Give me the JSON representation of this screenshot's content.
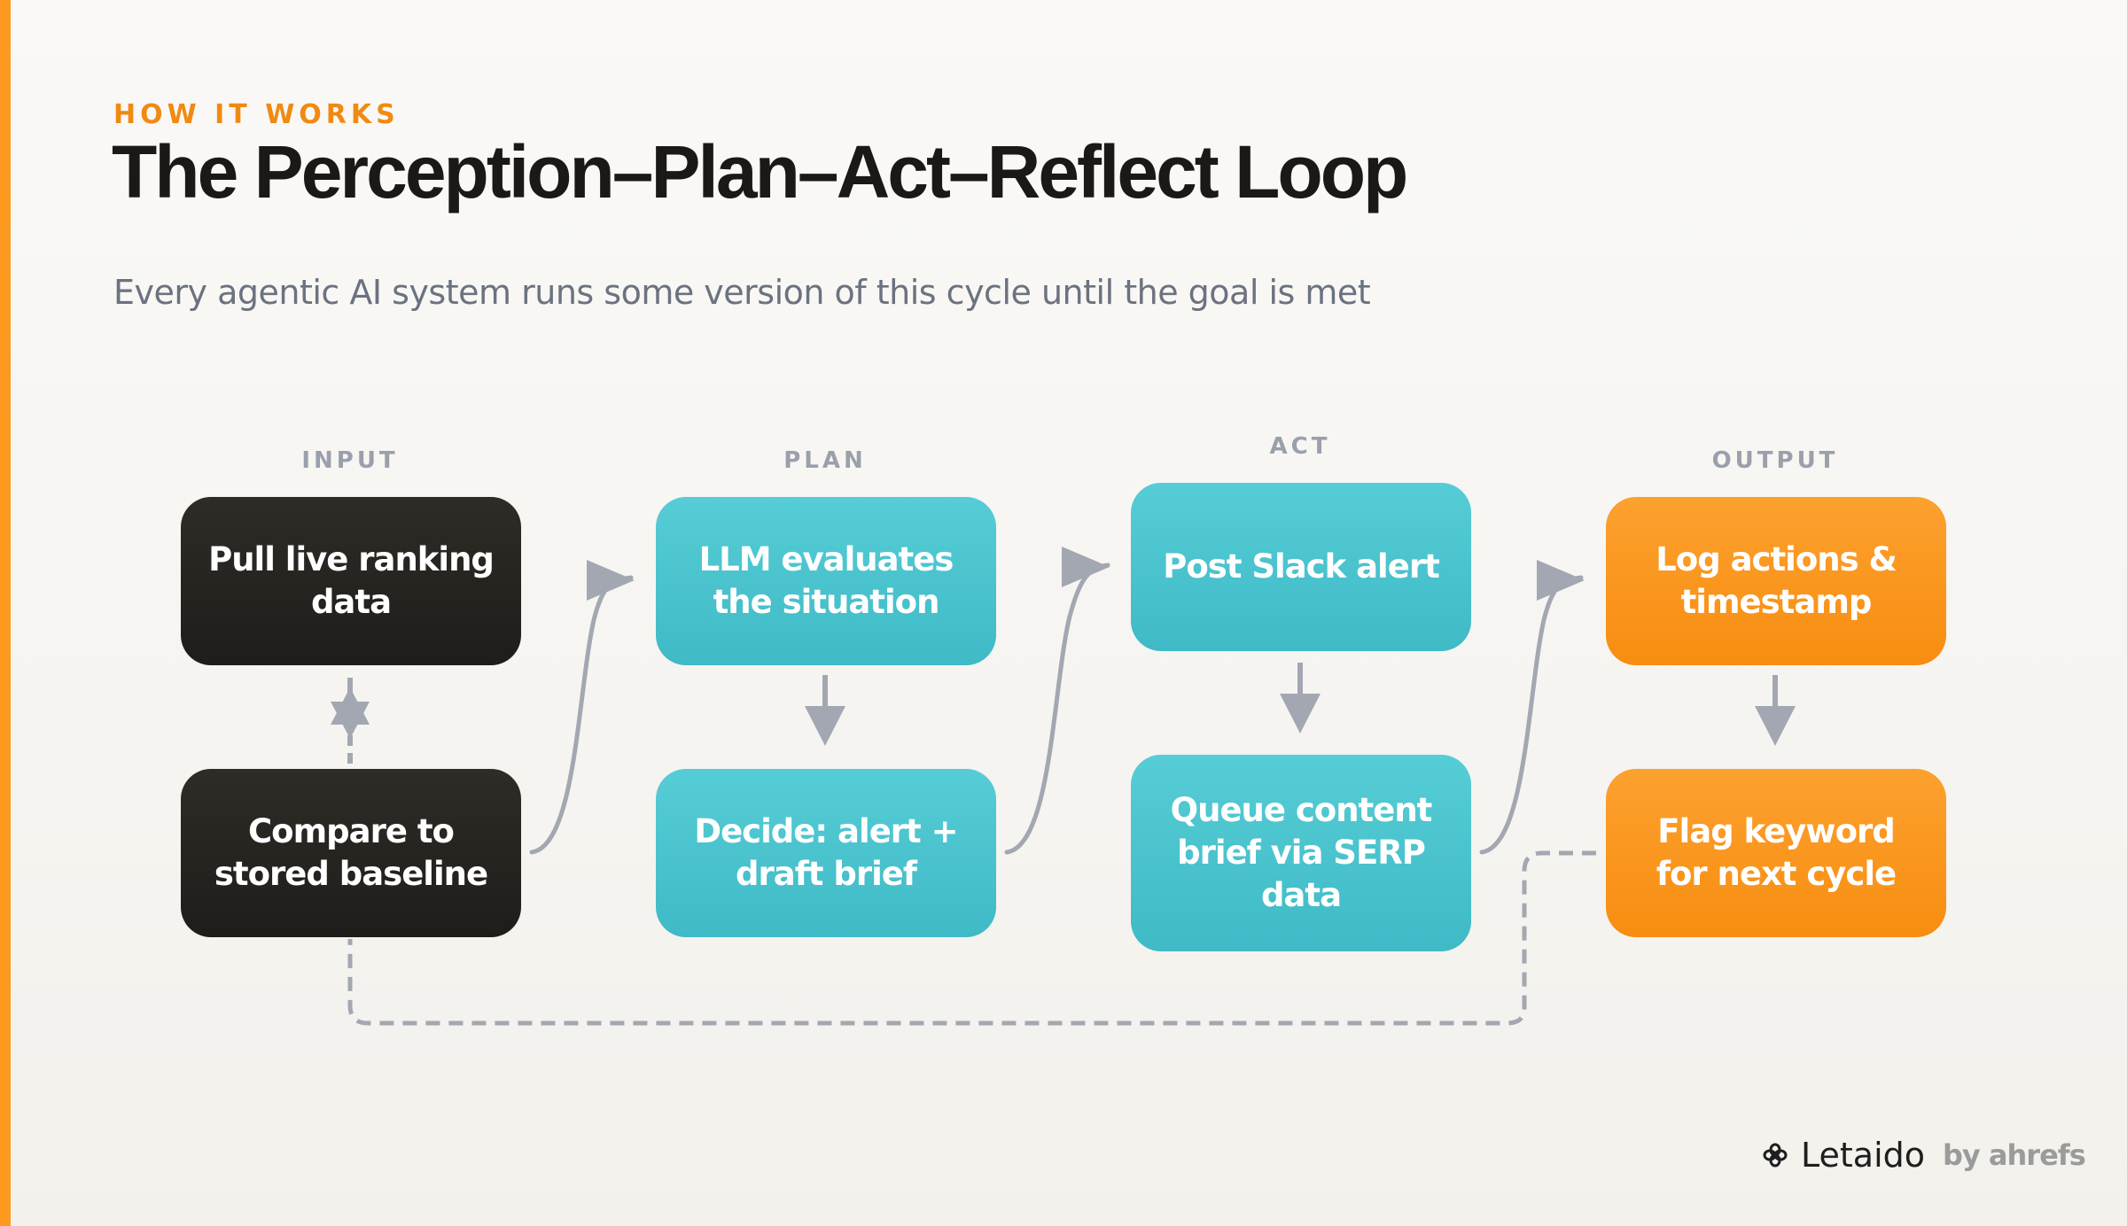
{
  "header": {
    "eyebrow": "HOW IT WORKS",
    "title": "The Perception–Plan–Act–Reflect Loop",
    "subtitle": "Every agentic AI system runs some version of this cycle until the goal is met"
  },
  "columns": [
    {
      "label": "INPUT",
      "top": "Pull live ranking data",
      "bottom": "Compare to stored baseline"
    },
    {
      "label": "PLAN",
      "top": "LLM evaluates the situation",
      "bottom": "Decide: alert + draft brief"
    },
    {
      "label": "ACT",
      "top": "Post Slack alert",
      "bottom": "Queue content brief via SERP data"
    },
    {
      "label": "OUTPUT",
      "top": "Log actions & timestamp",
      "bottom": "Flag keyword for next cycle"
    }
  ],
  "brand": {
    "name": "Letaido",
    "by": "by ahrefs"
  },
  "colors": {
    "accent": "#fb9a1f",
    "dark": "#24221e",
    "teal": "#4cc5cf",
    "orange": "#fb971c",
    "connector": "#a3a7b1"
  }
}
